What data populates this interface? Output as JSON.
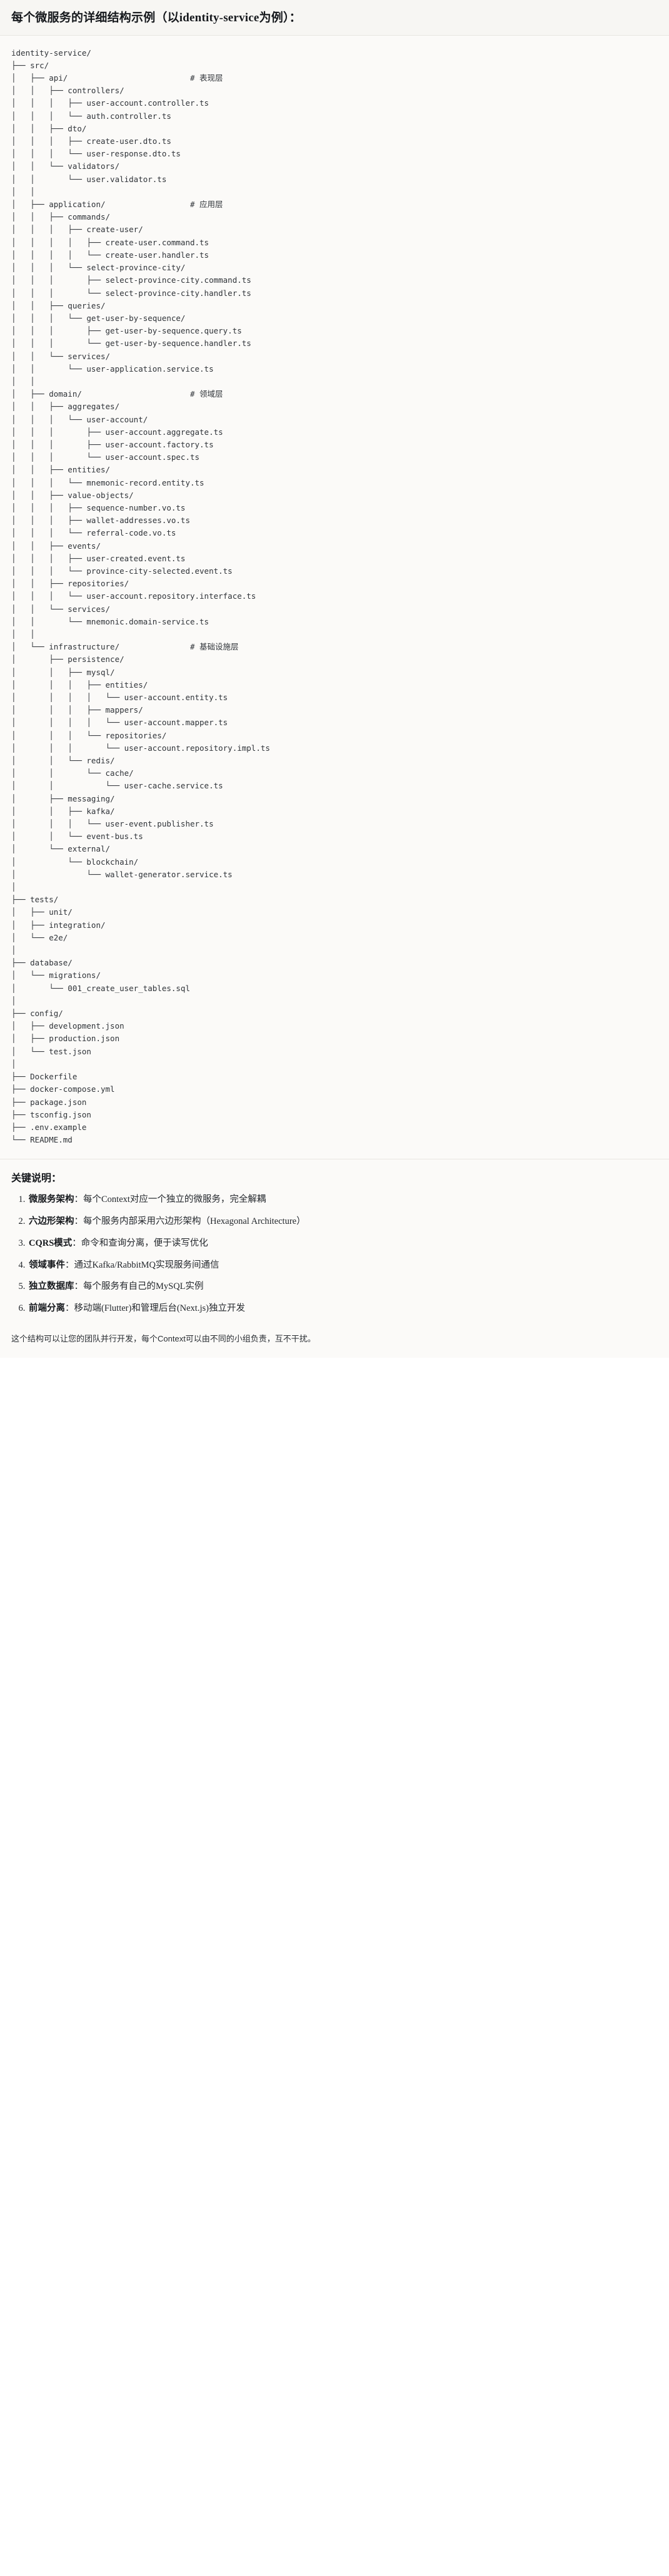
{
  "document": {
    "title": "每个微服务的详细结构示例（以identity-service为例）："
  },
  "tree": {
    "root": "identity-service/",
    "text": "identity-service/\n├── src/\n│   ├── api/                          # 表现层\n│   │   ├── controllers/\n│   │   │   ├── user-account.controller.ts\n│   │   │   └── auth.controller.ts\n│   │   ├── dto/\n│   │   │   ├── create-user.dto.ts\n│   │   │   └── user-response.dto.ts\n│   │   └── validators/\n│   │       └── user.validator.ts\n│   │\n│   ├── application/                  # 应用层\n│   │   ├── commands/\n│   │   │   ├── create-user/\n│   │   │   │   ├── create-user.command.ts\n│   │   │   │   └── create-user.handler.ts\n│   │   │   └── select-province-city/\n│   │   │       ├── select-province-city.command.ts\n│   │   │       └── select-province-city.handler.ts\n│   │   ├── queries/\n│   │   │   └── get-user-by-sequence/\n│   │   │       ├── get-user-by-sequence.query.ts\n│   │   │       └── get-user-by-sequence.handler.ts\n│   │   └── services/\n│   │       └── user-application.service.ts\n│   │\n│   ├── domain/                       # 领域层\n│   │   ├── aggregates/\n│   │   │   └── user-account/\n│   │   │       ├── user-account.aggregate.ts\n│   │   │       ├── user-account.factory.ts\n│   │   │       └── user-account.spec.ts\n│   │   ├── entities/\n│   │   │   └── mnemonic-record.entity.ts\n│   │   ├── value-objects/\n│   │   │   ├── sequence-number.vo.ts\n│   │   │   ├── wallet-addresses.vo.ts\n│   │   │   └── referral-code.vo.ts\n│   │   ├── events/\n│   │   │   ├── user-created.event.ts\n│   │   │   └── province-city-selected.event.ts\n│   │   ├── repositories/\n│   │   │   └── user-account.repository.interface.ts\n│   │   └── services/\n│   │       └── mnemonic.domain-service.ts\n│   │\n│   └── infrastructure/               # 基础设施层\n│       ├── persistence/\n│       │   ├── mysql/\n│       │   │   ├── entities/\n│       │   │   │   └── user-account.entity.ts\n│       │   │   ├── mappers/\n│       │   │   │   └── user-account.mapper.ts\n│       │   │   └── repositories/\n│       │   │       └── user-account.repository.impl.ts\n│       │   └── redis/\n│       │       └── cache/\n│       │           └── user-cache.service.ts\n│       ├── messaging/\n│       │   ├── kafka/\n│       │   │   └── user-event.publisher.ts\n│       │   └── event-bus.ts\n│       └── external/\n│           └── blockchain/\n│               └── wallet-generator.service.ts\n│\n├── tests/\n│   ├── unit/\n│   ├── integration/\n│   └── e2e/\n│\n├── database/\n│   └── migrations/\n│       └── 001_create_user_tables.sql\n│\n├── config/\n│   ├── development.json\n│   ├── production.json\n│   └── test.json\n│\n├── Dockerfile\n├── docker-compose.yml\n├── package.json\n├── tsconfig.json\n├── .env.example\n└── README.md"
  },
  "key_points": {
    "heading": "关键说明：",
    "items": [
      {
        "term": "微服务架构",
        "desc": "：每个Context对应一个独立的微服务，完全解耦"
      },
      {
        "term": "六边形架构",
        "desc": "：每个服务内部采用六边形架构（Hexagonal Architecture）"
      },
      {
        "term": "CQRS模式",
        "desc": "：命令和查询分离，便于读写优化"
      },
      {
        "term": "领域事件",
        "desc": "：通过Kafka/RabbitMQ实现服务间通信"
      },
      {
        "term": "独立数据库",
        "desc": "：每个服务有自己的MySQL实例"
      },
      {
        "term": "前端分离",
        "desc": "：移动端(Flutter)和管理后台(Next.js)独立开发"
      }
    ]
  },
  "footer": {
    "note": "这个结构可以让您的团队并行开发，每个Context可以由不同的小组负责，互不干扰。"
  }
}
